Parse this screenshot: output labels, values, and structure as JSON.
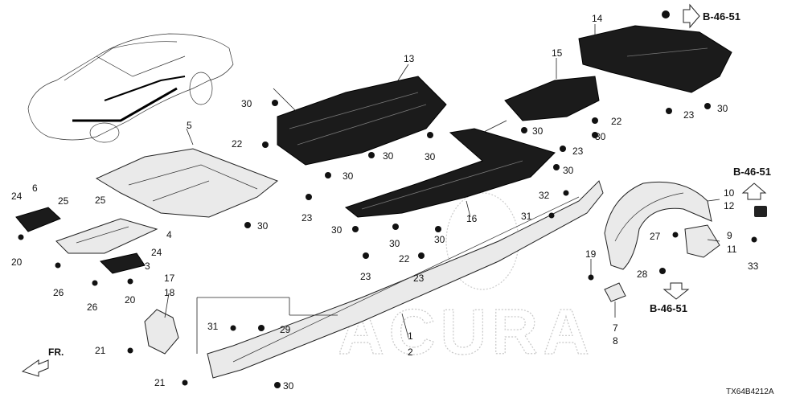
{
  "diagram": {
    "watermark": "ACURA",
    "diagram_code": "TX64B4212A",
    "front_label": "FR.",
    "refs": {
      "top": "B-46-51",
      "right": "B-46-51",
      "bottom": "B-46-51"
    },
    "callouts": {
      "c1": "1",
      "c2": "2",
      "c3": "3",
      "c4": "4",
      "c5": "5",
      "c6": "6",
      "c7": "7",
      "c8": "8",
      "c9": "9",
      "c10": "10",
      "c11": "11",
      "c12": "12",
      "c13": "13",
      "c14": "14",
      "c15": "15",
      "c16": "16",
      "c17": "17",
      "c18": "18",
      "c19": "19",
      "c20a": "20",
      "c20b": "20",
      "c21a": "21",
      "c21b": "21",
      "c22a": "22",
      "c22b": "22",
      "c22c": "22",
      "c23a": "23",
      "c23b": "23",
      "c23c": "23",
      "c23d": "23",
      "c23e": "23",
      "c24a": "24",
      "c24b": "24",
      "c25a": "25",
      "c25b": "25",
      "c26a": "26",
      "c26b": "26",
      "c27": "27",
      "c28": "28",
      "c29": "29",
      "c30a": "30",
      "c30b": "30",
      "c30c": "30",
      "c30d": "30",
      "c30e": "30",
      "c30f": "30",
      "c30g": "30",
      "c30h": "30",
      "c30i": "30",
      "c30j": "30",
      "c30k": "30",
      "c30l": "30",
      "c31a": "31",
      "c31b": "31",
      "c32": "32",
      "c33": "33"
    }
  }
}
